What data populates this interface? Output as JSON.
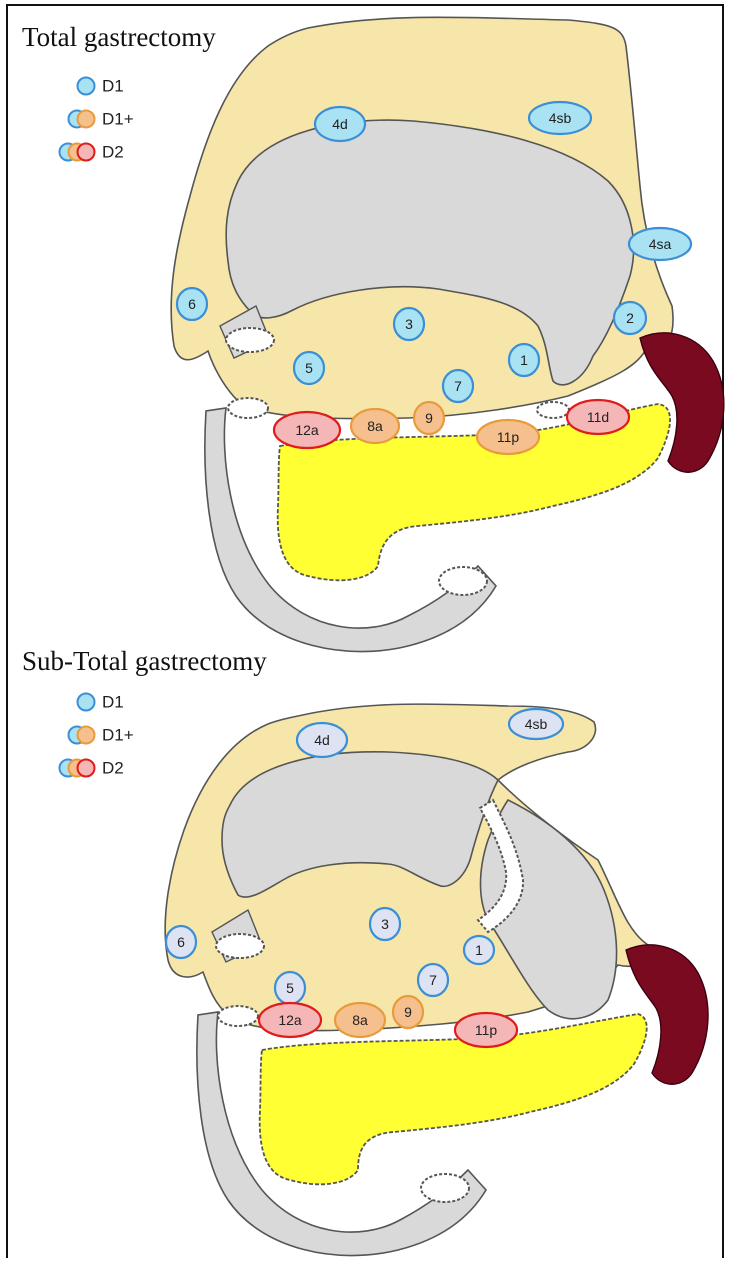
{
  "panels": [
    {
      "title": "Total gastrectomy",
      "legend": [
        {
          "level": "D1",
          "label": "D1"
        },
        {
          "level": "D1+",
          "label": "D1+"
        },
        {
          "level": "D2",
          "label": "D2"
        }
      ],
      "nodes": [
        {
          "id": "4d",
          "label": "4d",
          "level": "D1",
          "style": "dissected"
        },
        {
          "id": "4sb",
          "label": "4sb",
          "level": "D1",
          "style": "dissected"
        },
        {
          "id": "4sa",
          "label": "4sa",
          "level": "D1",
          "style": "dissected"
        },
        {
          "id": "6",
          "label": "6",
          "level": "D1",
          "style": "dissected"
        },
        {
          "id": "2",
          "label": "2",
          "level": "D1",
          "style": "dissected"
        },
        {
          "id": "3",
          "label": "3",
          "level": "D1",
          "style": "dissected"
        },
        {
          "id": "5",
          "label": "5",
          "level": "D1",
          "style": "dissected"
        },
        {
          "id": "1",
          "label": "1",
          "level": "D1",
          "style": "dissected"
        },
        {
          "id": "7",
          "label": "7",
          "level": "D1",
          "style": "dissected"
        },
        {
          "id": "9",
          "label": "9",
          "level": "D1+",
          "style": "dissected"
        },
        {
          "id": "12a",
          "label": "12a",
          "level": "D2",
          "style": "dissected"
        },
        {
          "id": "8a",
          "label": "8a",
          "level": "D1+",
          "style": "dissected"
        },
        {
          "id": "11p",
          "label": "11p",
          "level": "D1+",
          "style": "dissected"
        },
        {
          "id": "11d",
          "label": "11d",
          "level": "D2",
          "style": "dissected"
        }
      ]
    },
    {
      "title": "Sub-Total gastrectomy",
      "legend": [
        {
          "level": "D1",
          "label": "D1"
        },
        {
          "level": "D1+",
          "label": "D1+"
        },
        {
          "level": "D2",
          "label": "D2"
        }
      ],
      "nodes": [
        {
          "id": "4d",
          "label": "4d",
          "level": "D1",
          "style": "pale"
        },
        {
          "id": "4sb",
          "label": "4sb",
          "level": "D1",
          "style": "pale"
        },
        {
          "id": "6",
          "label": "6",
          "level": "D1",
          "style": "pale"
        },
        {
          "id": "3",
          "label": "3",
          "level": "D1",
          "style": "pale"
        },
        {
          "id": "5",
          "label": "5",
          "level": "D1",
          "style": "pale"
        },
        {
          "id": "1",
          "label": "1",
          "level": "D1",
          "style": "pale"
        },
        {
          "id": "7",
          "label": "7",
          "level": "D1",
          "style": "pale"
        },
        {
          "id": "12a",
          "label": "12a",
          "level": "D2",
          "style": "dissected"
        },
        {
          "id": "8a",
          "label": "8a",
          "level": "D1+",
          "style": "dissected"
        },
        {
          "id": "9",
          "label": "9",
          "level": "D1+",
          "style": "dissected"
        },
        {
          "id": "11p",
          "label": "11p",
          "level": "D2",
          "style": "dissected"
        }
      ]
    }
  ],
  "colors": {
    "omentum": "#f7e6a9",
    "stomach": "#d9d9d9",
    "pancreas": "#ffff33",
    "spleen": "#7a0a1f",
    "D1_fill": "#a9e2f3",
    "D1_stroke": "#3a8fd6",
    "D1plus_fill": "#f5c08e",
    "D1plus_stroke": "#e89b3a",
    "D2_fill": "#f4b6b6",
    "D2_stroke": "#e01b1b",
    "pale_fill": "#dde3f3",
    "pale_stroke": "#3a8fd6"
  }
}
